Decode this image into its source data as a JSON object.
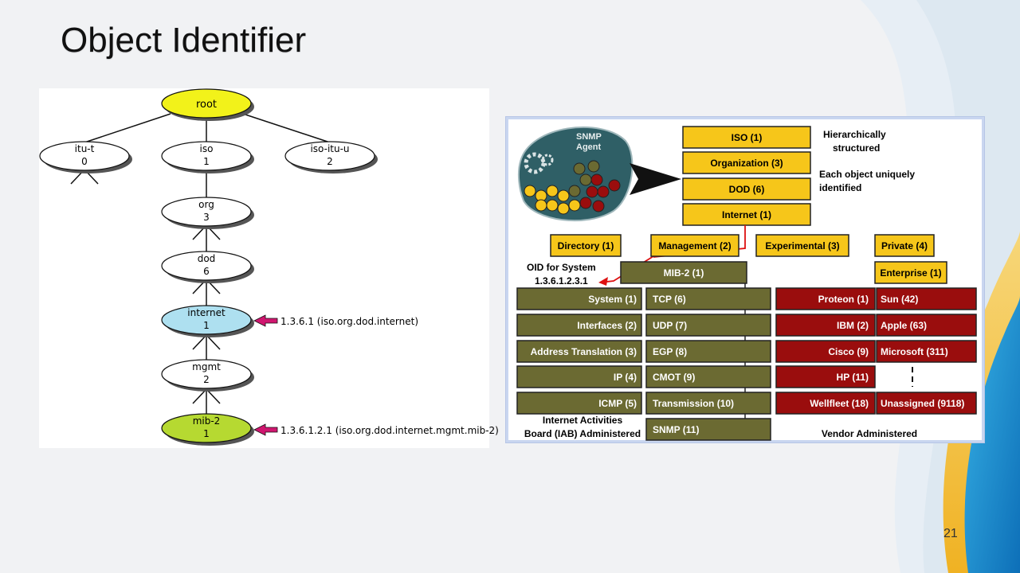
{
  "slide": {
    "title": "Object Identifier",
    "page_number": "21"
  },
  "tree": {
    "nodes": {
      "root": "root",
      "itu_t": [
        "itu-t",
        "0"
      ],
      "iso": [
        "iso",
        "1"
      ],
      "iso_itu_u": [
        "iso-itu-u",
        "2"
      ],
      "org": [
        "org",
        "3"
      ],
      "dod": [
        "dod",
        "6"
      ],
      "internet": [
        "internet",
        "1"
      ],
      "mgmt": [
        "mgmt",
        "2"
      ],
      "mib2": [
        "mib-2",
        "1"
      ]
    },
    "callouts": {
      "internet": "1.3.6.1 (iso.org.dod.internet)",
      "mib2": "1.3.6.1.2.1 (iso.org.dod.internet.mgmt.mib-2)"
    },
    "colors": {
      "root": "#f2f21a",
      "internet": "#aee0f0",
      "mib2": "#b6d931",
      "arrow": "#d0166f"
    }
  },
  "snmp": {
    "agent_label": [
      "SNMP",
      "Agent"
    ],
    "hierarchy": [
      "ISO (1)",
      "Organization (3)",
      "DOD (6)",
      "Internet (1)"
    ],
    "notes": {
      "structured": [
        "Hierarchically",
        "structured"
      ],
      "identified": [
        "Each object uniquely",
        "identified"
      ]
    },
    "internet_children": [
      "Directory (1)",
      "Management (2)",
      "Experimental (3)",
      "Private (4)"
    ],
    "enterprise": "Enterprise (1)",
    "mib2": "MIB-2  (1)",
    "oid_for_system": [
      "OID for System",
      "1.3.6.1.2.3.1"
    ],
    "mib_left": [
      "System (1)",
      "Interfaces (2)",
      "Address Translation (3)",
      "IP (4)",
      "ICMP (5)"
    ],
    "mib_right": [
      "TCP (6)",
      "UDP (7)",
      "EGP (8)",
      "CMOT (9)",
      "Transmission (10)",
      "SNMP (11)"
    ],
    "vendor_left": [
      "Proteon (1)",
      "IBM (2)",
      "Cisco (9)",
      "HP (11)",
      "Wellfleet (18)"
    ],
    "vendor_right": [
      "Sun (42)",
      "Apple (63)",
      "Microsoft (311)",
      "Unassigned (9118)"
    ],
    "iab_label": [
      "Internet Activities",
      "Board (IAB) Administered"
    ],
    "vendor_label": "Vendor Administered",
    "colors": {
      "yellow": "#f6c61a",
      "olive": "#6b6a32",
      "red": "#9a0d0d",
      "agent_bg": "#2f5f66"
    }
  }
}
